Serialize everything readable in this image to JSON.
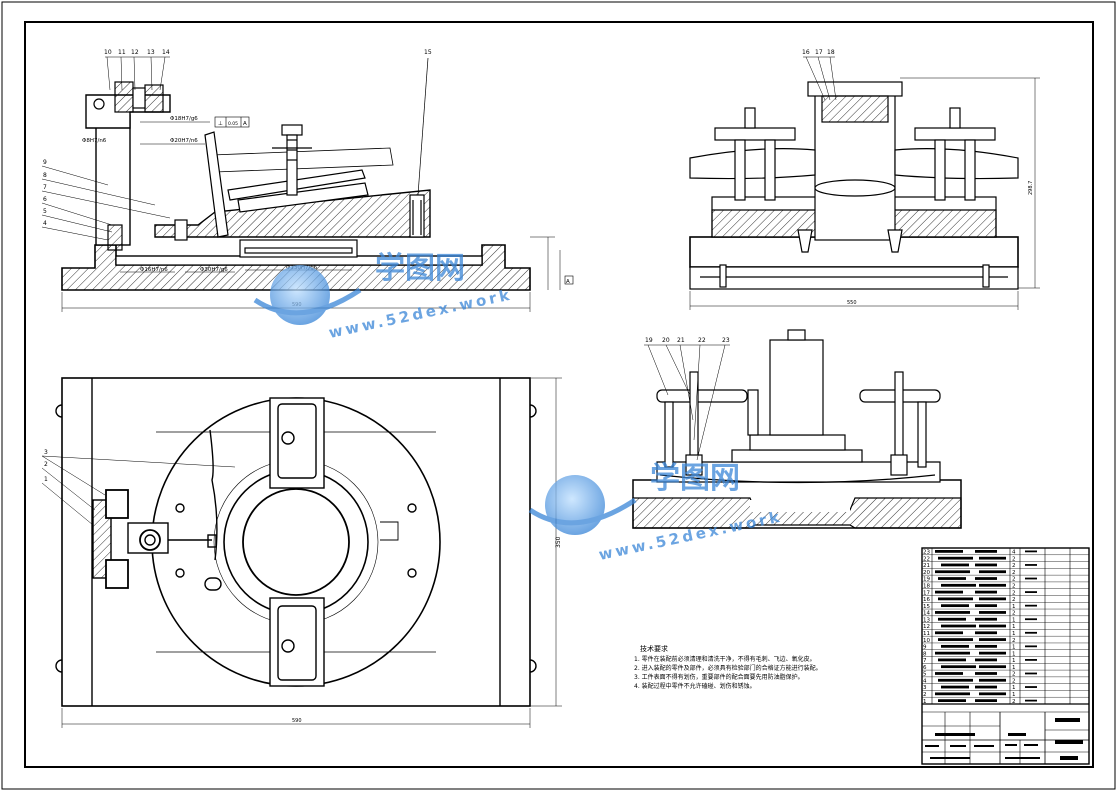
{
  "views": {
    "front": {
      "balloons": [
        "10",
        "11",
        "12",
        "13",
        "14",
        "15"
      ],
      "left_labels": [
        "9",
        "8",
        "7",
        "6",
        "5",
        "4"
      ],
      "fits": {
        "top1": "Φ18H7/g6",
        "top2": "Φ20H7/n6",
        "left": "Φ8H7/n6",
        "bottom1": "Φ16H7/n6",
        "bottom2": "Φ30H7/g6",
        "bottom3": "Φ130H7/g6"
      },
      "tolerance": {
        "symbol": "⊥",
        "value": "0.05",
        "datum": "A"
      },
      "datum_label": "A",
      "dim_width": "590"
    },
    "side": {
      "balloons": [
        "16",
        "17",
        "18"
      ],
      "dim_height": "298.7",
      "dim_width": "550"
    },
    "top": {
      "labels": [
        "3",
        "2",
        "1"
      ],
      "dim_width": "590",
      "dim_height": "350"
    },
    "section": {
      "balloons": [
        "19",
        "20",
        "21",
        "22",
        "23"
      ]
    }
  },
  "tech_requirements": {
    "title": "技术要求",
    "items": [
      "1. 零件在装配前必须清理和清洗干净，不得有毛刺、飞边、氧化皮。",
      "2. 进入装配的零件及部件，必须具有检验部门的合格证方能进行装配。",
      "3. 工件表面不得有划伤，重要部件的配合面要先用防油脂保护。",
      "4. 装配过程中零件不允许磕碰、划伤和锈蚀。"
    ]
  },
  "bom": {
    "row_numbers": [
      "23",
      "22",
      "21",
      "20",
      "19",
      "18",
      "17",
      "16",
      "15",
      "14",
      "13",
      "12",
      "11",
      "10",
      "9",
      "8",
      "7",
      "6",
      "5",
      "4",
      "3",
      "2",
      "1"
    ],
    "quantities": [
      "4",
      "2",
      "2",
      "2",
      "2",
      "2",
      "2",
      "2",
      "1",
      "2",
      "1",
      "1",
      "1",
      "2",
      "1",
      "1",
      "1",
      "1",
      "2",
      "2",
      "1",
      "1",
      "2"
    ]
  },
  "watermark": {
    "brand": "学图网",
    "url": "www.52dex.work"
  },
  "colors": {
    "line": "#000000",
    "watermark": "#3a86d8"
  }
}
